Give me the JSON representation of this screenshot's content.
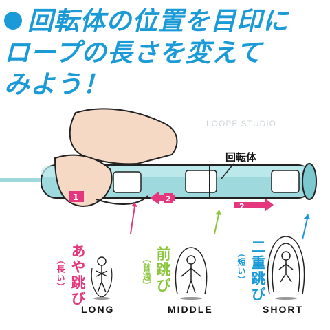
{
  "headline": {
    "line1": "回転体の位置を目印に",
    "line2": "ロープの長さを変えて",
    "line3": "みよう！"
  },
  "watermark": "LOOPE STUDIO",
  "rotator_label": "回転体",
  "marker_numbers": [
    "1",
    "2",
    "2"
  ],
  "jumps": [
    {
      "name": "あや跳び",
      "sub": "（長い）",
      "length": "LONG",
      "color": "#e4377d"
    },
    {
      "name": "前跳び",
      "sub": "（普通）",
      "length": "MIDDLE",
      "color": "#8cc63f"
    },
    {
      "name": "二重跳び",
      "sub": "（短い）",
      "length": "SHORT",
      "color": "#1a9ad6"
    }
  ],
  "colors": {
    "accent_blue": "#1a9ad6",
    "pink": "#e4377d",
    "green": "#8cc63f",
    "handle": "#9ed9de"
  }
}
